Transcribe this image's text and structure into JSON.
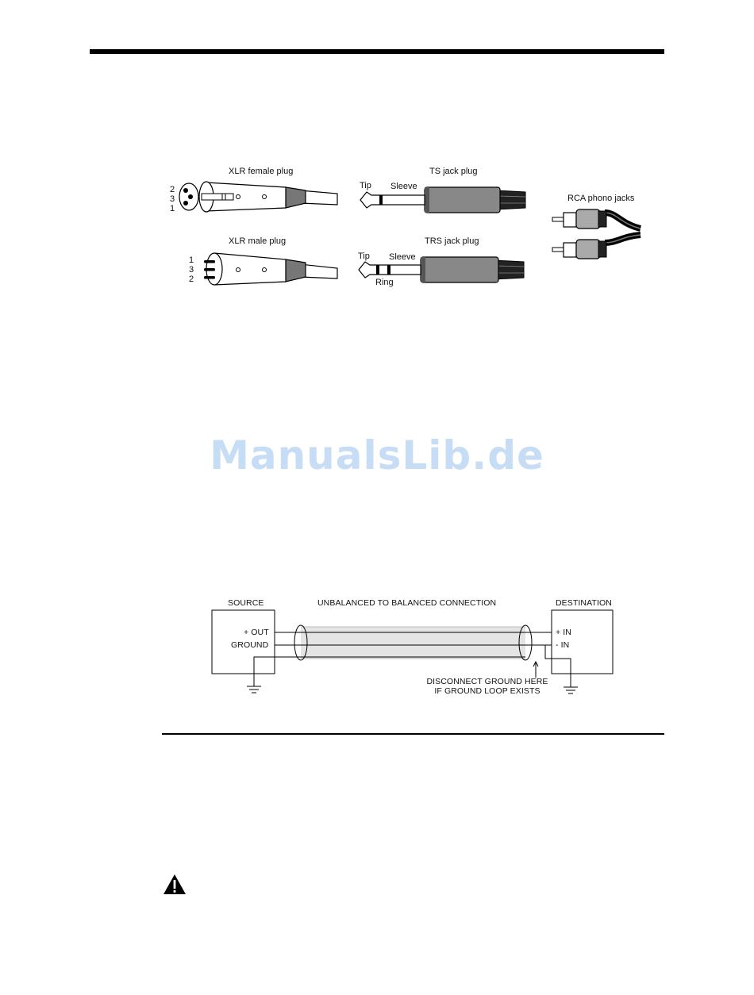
{
  "watermark": "ManualsLib.de",
  "connectors": {
    "xlr_female": {
      "title": "XLR female plug",
      "pins": [
        "2",
        "3",
        "1"
      ]
    },
    "xlr_male": {
      "title": "XLR male plug",
      "pins": [
        "1",
        "3",
        "2"
      ]
    },
    "ts": {
      "title": "TS jack plug",
      "tip": "Tip",
      "sleeve": "Sleeve"
    },
    "trs": {
      "title": "TRS jack plug",
      "tip": "Tip",
      "sleeve": "Sleeve",
      "ring": "Ring"
    },
    "rca": {
      "title": "RCA phono jacks"
    }
  },
  "wiring": {
    "title": "UNBALANCED TO BALANCED CONNECTION",
    "source": {
      "title": "SOURCE",
      "out": "+ OUT",
      "ground": "GROUND"
    },
    "destination": {
      "title": "DESTINATION",
      "plus_in": "+ IN",
      "minus_in": "-  IN"
    },
    "note_line1": "DISCONNECT GROUND HERE",
    "note_line2": "IF GROUND LOOP EXISTS"
  },
  "icons": {
    "warning": "warning-triangle-icon"
  }
}
